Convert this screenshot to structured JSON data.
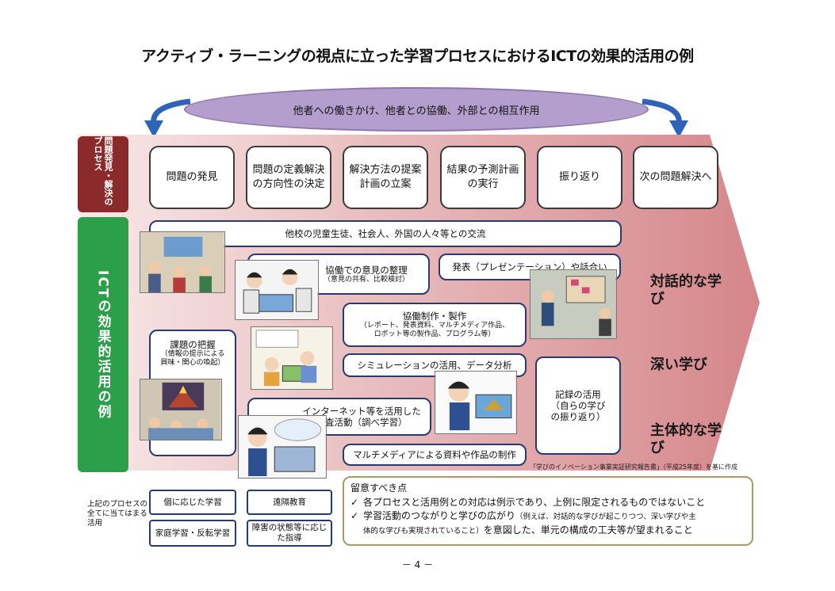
{
  "title": "アクティブ・ラーニングの視点に立った学習プロセスにおけるICTの効果的活用の例",
  "interaction": "他者への働きかけ、他者との協働、外部との相互作用",
  "process_label": "問題発見・解決のプロセス",
  "ict_label": "ICTの効果的活用の例",
  "steps": [
    "問題の発見",
    "問題の定義解決の方向性の決定",
    "解決方法の提案計画の立案",
    "結果の予測計画の実行",
    "振り返り",
    "次の問題解決へ"
  ],
  "activities": {
    "exchange": "他校の児童生徒、社会人、外国の人々等との交流",
    "organize": {
      "title": "協働での意見の整理",
      "sub": "（意見の共有、比較検討）"
    },
    "presentation": "発表（プレゼンテーション）や話合い",
    "production": {
      "title": "協働制作・製作",
      "sub1": "（レポート、発表資料、マルチメディア作品、",
      "sub2": "ロボット等の製作品、プログラム等）"
    },
    "grasp": {
      "title": "課題の把握",
      "sub1": "（情報の提示による",
      "sub2": "興味・関心の喚起）"
    },
    "simulation": "シミュレーションの活用、データ分析",
    "record": {
      "title": "記録の活用",
      "sub1": "（自らの学び",
      "sub2": "の振り返り）"
    },
    "internet": {
      "title1": "インターネット等を活用した",
      "title2": "調査活動（調べ学習）"
    },
    "multimedia": "マルチメディアによる資料や作品の制作"
  },
  "learning": [
    "対話的な学び",
    "深い学び",
    "主体的な学び"
  ],
  "source_note": "「学びのイノベーション事業実証研究報告書」（平成25年度）を基に作成",
  "bottom_label": "上記のプロセスの全てに当てはまる活用",
  "bottom_items": [
    "個に応じた学習",
    "遠隔教育",
    "家庭学習・反転学習",
    "障害の状態等に応じた指導"
  ],
  "notes": {
    "title": "留意すべき点",
    "item1": "各プロセスと活用例との対応は例示であり、上例に限定されるものではないこと",
    "item2_a": "学習活動のつながりと学びの広がり",
    "item2_b": "（例えば、対話的な学びが起こりつつ、深い学びや主",
    "item2_c": "体的な学びも実現されていること）",
    "item2_d": "を意図した、単元の構成の工夫等が望まれること"
  },
  "page_number": "－ 4 －",
  "colors": {
    "process": "#8a2a2a",
    "ict": "#2c9f4a",
    "ellipse": "#b49ecd",
    "band_start": "#f7e4e4",
    "band_end": "#d9888c",
    "box_border": "#283a6e"
  }
}
